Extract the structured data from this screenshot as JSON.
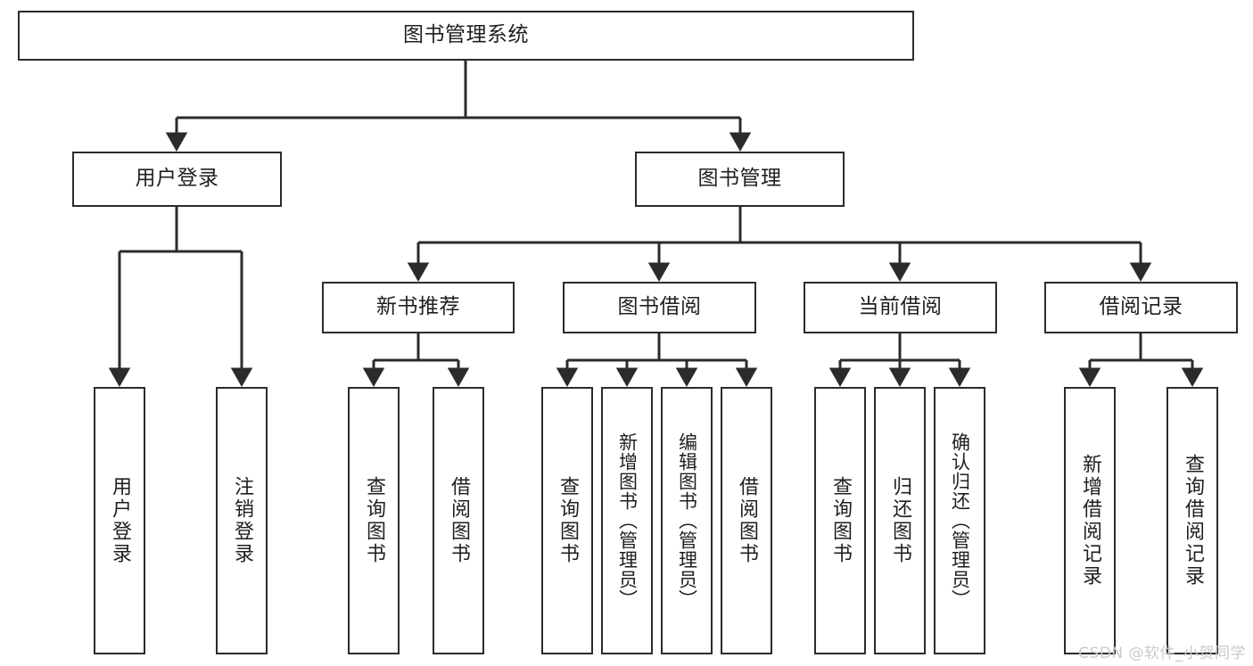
{
  "diagram": {
    "title": "图书管理系统",
    "type": "tree-hierarchy",
    "watermark": "CSDN @软件_小贺同学",
    "colors": {
      "stroke": "#2b2b2b",
      "fill": "#ffffff",
      "text": "#1f1f1f",
      "watermark": "#c9c9c9"
    },
    "levels": {
      "root": {
        "label": "图书管理系统"
      },
      "level2": [
        {
          "id": "user-login",
          "label": "用户登录"
        },
        {
          "id": "book-manage",
          "label": "图书管理"
        }
      ],
      "level3": [
        {
          "id": "new-book-recommend",
          "label": "新书推荐",
          "parent": "book-manage"
        },
        {
          "id": "book-borrow",
          "label": "图书借阅",
          "parent": "book-manage"
        },
        {
          "id": "current-borrow",
          "label": "当前借阅",
          "parent": "book-manage"
        },
        {
          "id": "borrow-record",
          "label": "借阅记录",
          "parent": "book-manage"
        }
      ],
      "leaves": [
        {
          "id": "leaf-user-login",
          "label": "用户登录",
          "parent": "user-login"
        },
        {
          "id": "leaf-logout-login",
          "label": "注销登录",
          "parent": "user-login"
        },
        {
          "id": "leaf-query-book-1",
          "label": "查询图书",
          "parent": "new-book-recommend"
        },
        {
          "id": "leaf-borrow-book-1",
          "label": "借阅图书",
          "parent": "new-book-recommend"
        },
        {
          "id": "leaf-query-book-2",
          "label": "查询图书",
          "parent": "book-borrow"
        },
        {
          "id": "leaf-add-book",
          "label": "新增图书（管理员）",
          "parent": "book-borrow"
        },
        {
          "id": "leaf-edit-book",
          "label": "编辑图书（管理员）",
          "parent": "book-borrow"
        },
        {
          "id": "leaf-borrow-book-2",
          "label": "借阅图书",
          "parent": "book-borrow"
        },
        {
          "id": "leaf-query-book-3",
          "label": "查询图书",
          "parent": "current-borrow"
        },
        {
          "id": "leaf-return-book",
          "label": "归还图书",
          "parent": "current-borrow"
        },
        {
          "id": "leaf-confirm-return",
          "label": "确认归还（管理员）",
          "parent": "current-borrow"
        },
        {
          "id": "leaf-add-record",
          "label": "新增借阅记录",
          "parent": "borrow-record"
        },
        {
          "id": "leaf-query-record",
          "label": "查询借阅记录",
          "parent": "borrow-record"
        }
      ]
    }
  }
}
